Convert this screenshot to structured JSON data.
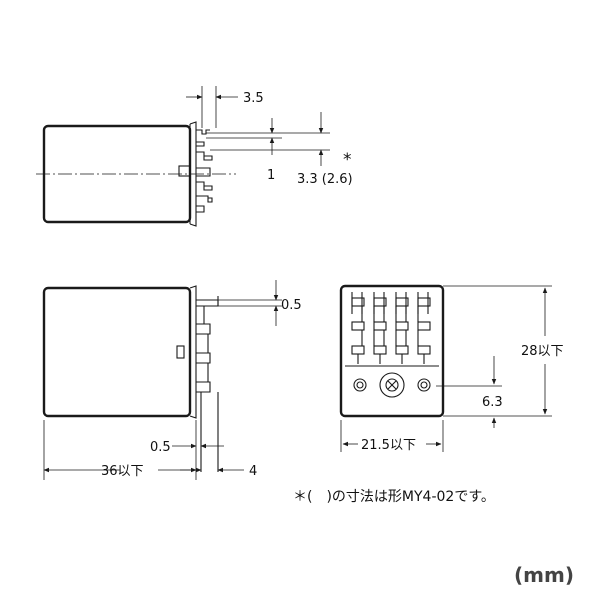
{
  "views": {
    "side": {
      "pin_pitch_label": "3.5",
      "pin_width_label": "1",
      "pin_spacing_label": "3.3 (2.6)",
      "asterisk_label": "*"
    },
    "front": {
      "pin_thickness_label": "0.5",
      "pin_offset_label": "0.5",
      "length_label": "36以下",
      "pin_length_label": "4"
    },
    "end": {
      "height_label": "28以下",
      "base_height_label": "6.3",
      "width_label": "21.5以下"
    }
  },
  "footnote": "＊(　)の寸法は形MY4-02です。",
  "unit_label": "(mm)"
}
